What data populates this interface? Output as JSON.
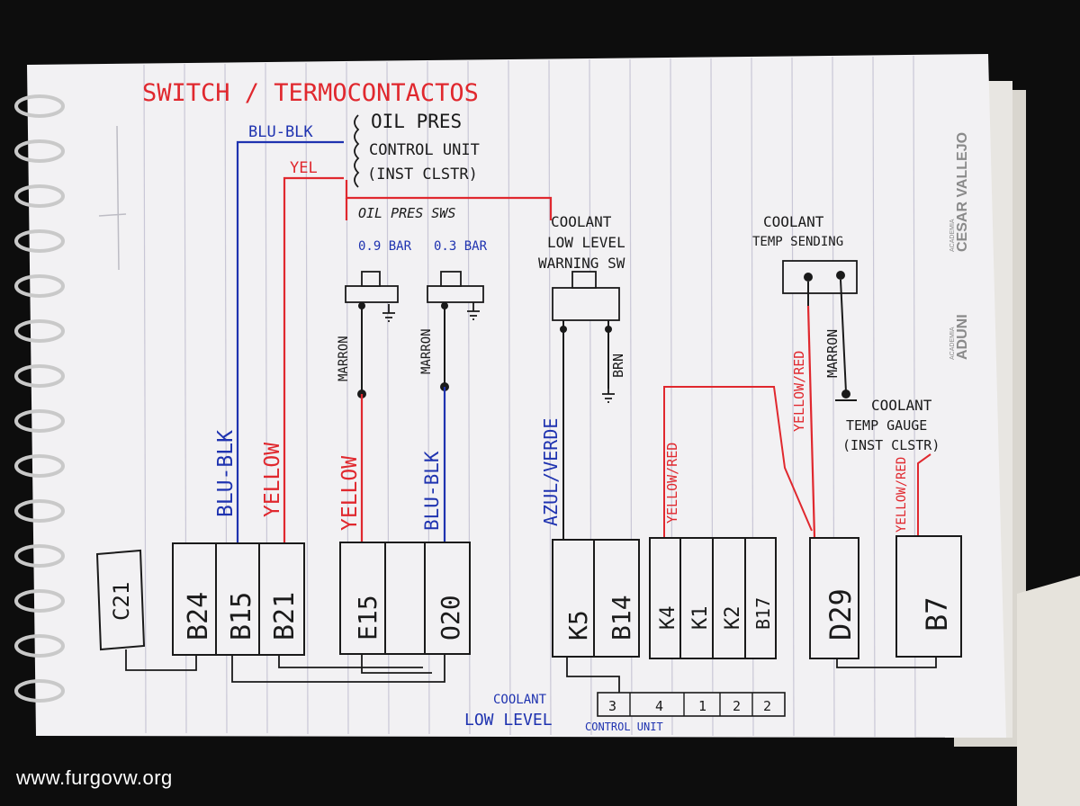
{
  "title": "SWITCH / TERMOCONTACTOS",
  "watermark": "www.furgovw.org",
  "notebook_brand": {
    "small_top": "ACADEMIA",
    "name_top": "CESAR VALLEJO",
    "small_bottom": "ACADEMIA",
    "name_bottom": "ADUNI"
  },
  "colors": {
    "paper": "#f2f1f3",
    "pencil": "#1a1a1a",
    "red": "#e0282e",
    "blue": "#1f33b0",
    "background": "#0d0d0d"
  },
  "oil_pressure": {
    "wire_blu_blk": "BLU-BLK",
    "wire_yel": "YEL",
    "control_unit_lines": [
      "OIL PRES",
      "CONTROL UNIT",
      "(INST CLSTR)"
    ],
    "switches_label": "OIL PRES SWS",
    "switch_1": "0.9 BAR",
    "switch_2": "0.3 BAR",
    "ground_wire": "MARRON"
  },
  "coolant_level": {
    "label_lines": [
      "COOLANT",
      "LOW LEVEL",
      "WARNING SW"
    ],
    "wire_brn": "BRN",
    "wire_azul_verde": "AZUL/VERDE",
    "bottom_label_1": "COOLANT",
    "bottom_label_2": "LOW LEVEL",
    "control_unit": "CONTROL UNIT",
    "connector_pins": [
      "3",
      "4",
      "1",
      "2",
      "2"
    ]
  },
  "coolant_temp": {
    "sending_lines": [
      "COOLANT",
      "TEMP SENDING"
    ],
    "gauge_lines": [
      "COOLANT",
      "TEMP GAUGE",
      "(INST CLSTR)"
    ],
    "wire_yellow_red": "YELLOW/RED",
    "wire_marron": "MARRON"
  },
  "vertical_wires": {
    "blu_blk": "BLU-BLK",
    "yellow": "YELLOW"
  },
  "connectors": {
    "c21": "C21",
    "group_b": [
      "B24",
      "B15",
      "B21"
    ],
    "group_e": [
      "E15",
      "O20"
    ],
    "group_k": [
      "K5",
      "B14"
    ],
    "group_k4": [
      "K4",
      "K1",
      "K2",
      "B17"
    ],
    "d29": "D29",
    "b7": "B7"
  }
}
